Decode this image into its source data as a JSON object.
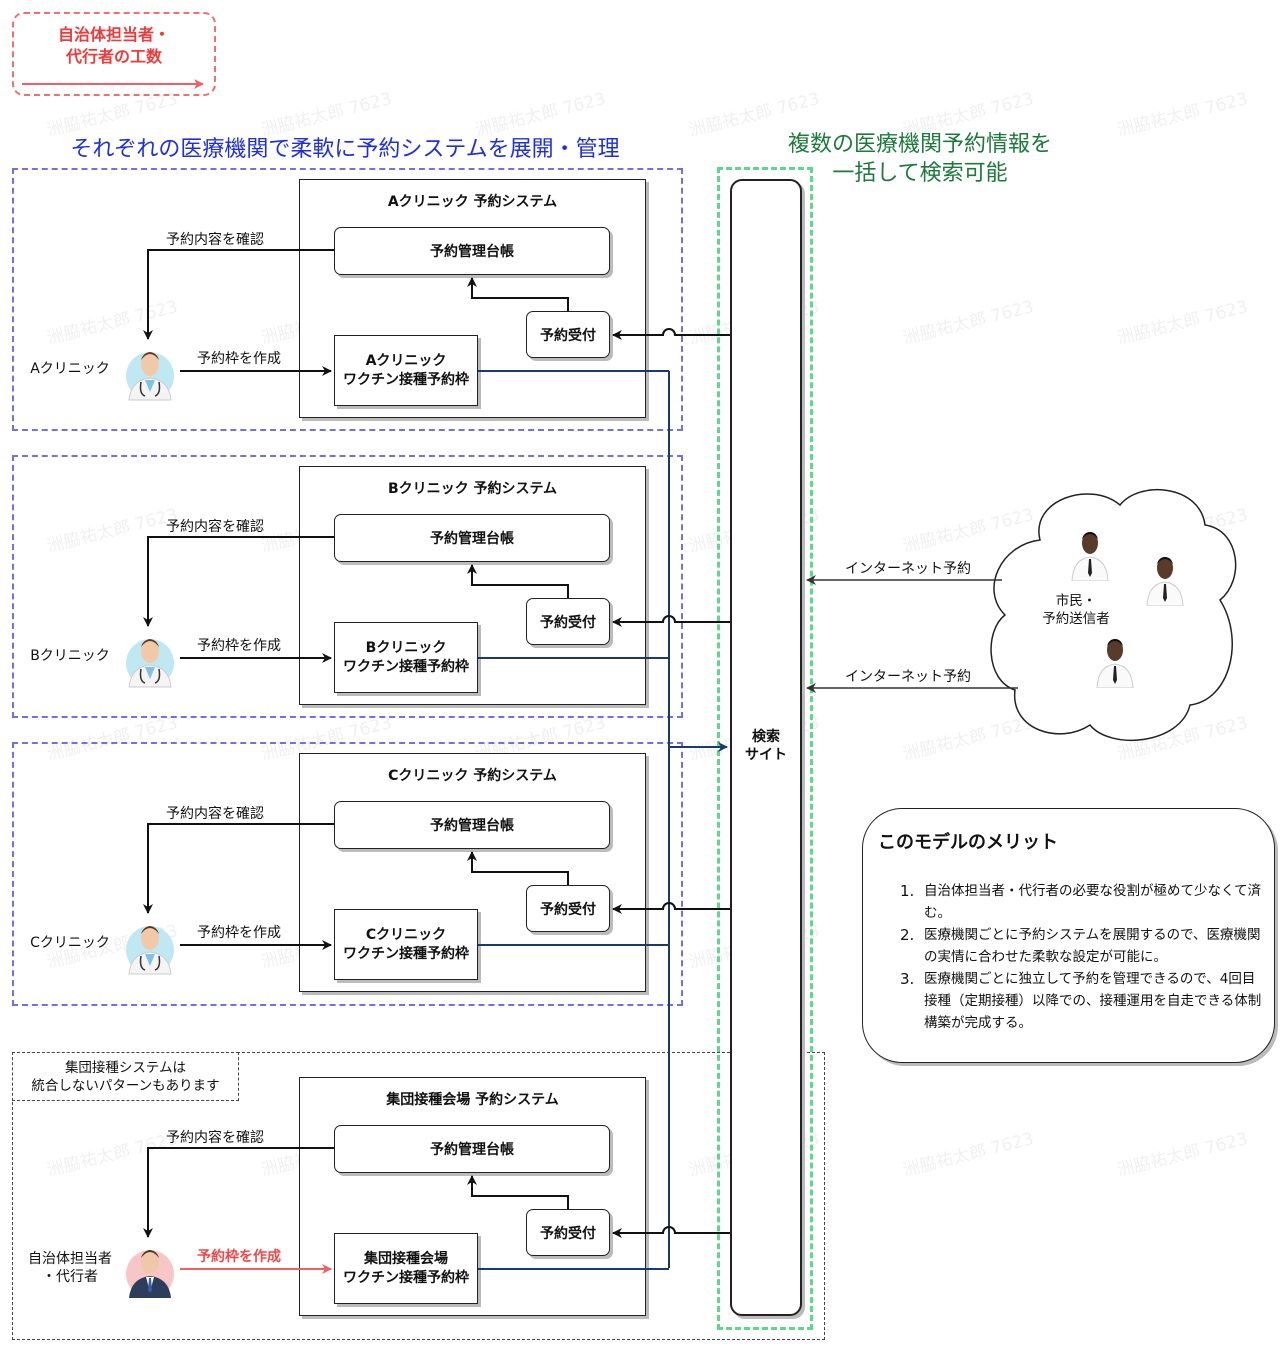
{
  "legend": {
    "line1": "自治体担当者・",
    "line2": "代行者の工数",
    "color": "#f03a3a"
  },
  "title_left": "それぞれの医療機関で柔軟に予約システムを展開・管理",
  "title_right": {
    "line1": "複数の医療機関予約情報を",
    "line2": "一括して検索可能"
  },
  "clinics": [
    {
      "name": "Aクリニック",
      "system_title": "Aクリニック 予約システム",
      "ledger": "予約管理台帳",
      "reception": "予約受付",
      "slot_line1": "Aクリニック",
      "slot_line2": "ワクチン接種予約枠",
      "confirm_label": "予約内容を確認",
      "create_label": "予約枠を作成",
      "actor": "doctor-icon"
    },
    {
      "name": "Bクリニック",
      "system_title": "Bクリニック 予約システム",
      "ledger": "予約管理台帳",
      "reception": "予約受付",
      "slot_line1": "Bクリニック",
      "slot_line2": "ワクチン接種予約枠",
      "confirm_label": "予約内容を確認",
      "create_label": "予約枠を作成",
      "actor": "doctor-icon"
    },
    {
      "name": "Cクリニック",
      "system_title": "Cクリニック 予約システム",
      "ledger": "予約管理台帳",
      "reception": "予約受付",
      "slot_line1": "Cクリニック",
      "slot_line2": "ワクチン接種予約枠",
      "confirm_label": "予約内容を確認",
      "create_label": "予約枠を作成",
      "actor": "doctor-icon"
    },
    {
      "name": "自治体担当者\n・代行者",
      "system_title": "集団接種会場 予約システム",
      "ledger": "予約管理台帳",
      "reception": "予約受付",
      "slot_line1": "集団接種会場",
      "slot_line2": "ワクチン接種予約枠",
      "confirm_label": "予約内容を確認",
      "create_label": "予約枠を作成",
      "actor": "official-icon"
    }
  ],
  "group_note": {
    "line1": "集団接種システムは",
    "line2": "統合しないパターンもあります"
  },
  "search_site": {
    "line1": "検索",
    "line2": "サイト"
  },
  "internet_labels": [
    "インターネット予約",
    "インターネット予約"
  ],
  "citizens_label": {
    "line1": "市民・",
    "line2": "予約送信者"
  },
  "merits": {
    "title": "このモデルのメリット",
    "items": [
      "自治体担当者・代行者の必要な役割が極めて少なくて済む。",
      "医療機関ごとに予約システムを展開するので、医療機関の実情に合わせた柔軟な設定が可能に。",
      "医療機関ごとに独立して予約を管理できるので、4回目接種（定期接種）以降での、接種運用を自走できる体制構築が完成する。"
    ]
  },
  "watermark": "洲脇祐太郎 7623",
  "colors": {
    "section_border": "#7070e8",
    "search_border": "#5ed88a",
    "slot_link": "#1a3a6e",
    "title_blue": "#1f2fe0",
    "title_green": "#1c7a3c"
  }
}
